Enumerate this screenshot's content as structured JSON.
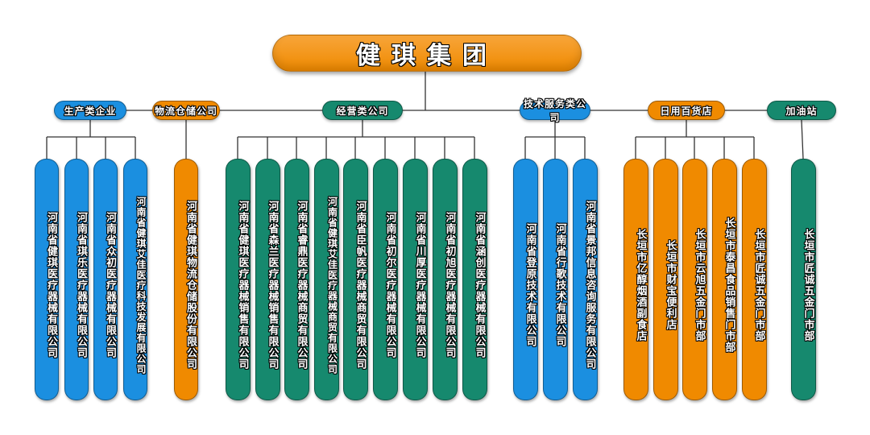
{
  "colors": {
    "orange": "#f08a00",
    "blue": "#1b8fe0",
    "green": "#16896e",
    "line": "#333333"
  },
  "root": {
    "label": "健琪集团",
    "color": "#f08a00"
  },
  "categories": [
    {
      "label": "生产类企业",
      "color": "#1b8fe0",
      "companies": [
        {
          "label": "河南省健琪医疗器械有限公司",
          "color": "#1b8fe0"
        },
        {
          "label": "河南省琪乐医疗器械有限公司",
          "color": "#1b8fe0"
        },
        {
          "label": "河南省众初医疗器械有限公司",
          "color": "#1b8fe0"
        },
        {
          "label": "河南省健琪艾佳医疗科技发展有限公司",
          "color": "#1b8fe0"
        }
      ]
    },
    {
      "label": "物流仓储公司",
      "color": "#f08a00",
      "companies": [
        {
          "label": "河南省健琪物流仓储股份有限公司",
          "color": "#f08a00"
        }
      ]
    },
    {
      "label": "经营类公司",
      "color": "#16896e",
      "companies": [
        {
          "label": "河南省健琪医疗器械销售有限公司",
          "color": "#16896e"
        },
        {
          "label": "河南省森兰医疗器械销售有限公司",
          "color": "#16896e"
        },
        {
          "label": "河南省睿鼎医疗器械商贸有限公司",
          "color": "#16896e"
        },
        {
          "label": "河南省健琪艾佳医疗器械商贸有限公司",
          "color": "#16896e"
        },
        {
          "label": "河南省臣帆医疗器械商贸有限公司",
          "color": "#16896e"
        },
        {
          "label": "河南省初尔医疗器械有限公司",
          "color": "#16896e"
        },
        {
          "label": "河南省川厚医疗器械有限公司",
          "color": "#16896e"
        },
        {
          "label": "河南省初旭医疗器械有限公司",
          "color": "#16896e"
        },
        {
          "label": "河南省涵创医疗器械有限公司",
          "color": "#16896e"
        }
      ]
    },
    {
      "label": "技术服务类公司",
      "color": "#1b8fe0",
      "companies": [
        {
          "label": "河南省登原技术有限公司",
          "color": "#1b8fe0"
        },
        {
          "label": "河南省行歌技术有限公司",
          "color": "#1b8fe0"
        },
        {
          "label": "河南省景邦信息咨询服务有限公司",
          "color": "#1b8fe0"
        }
      ]
    },
    {
      "label": "日用百货店",
      "color": "#f08a00",
      "companies": [
        {
          "label": "长垣市亿醇烟酒副食店",
          "color": "#f08a00"
        },
        {
          "label": "长垣市财宝便利店",
          "color": "#f08a00"
        },
        {
          "label": "长垣市云旭五金门市部",
          "color": "#f08a00"
        },
        {
          "label": "长垣市泰昌食品销售门市部",
          "color": "#f08a00"
        },
        {
          "label": "长垣市匠诚五金门市部",
          "color": "#f08a00"
        }
      ]
    },
    {
      "label": "加油站",
      "color": "#16896e",
      "companies": [
        {
          "label": "长垣市匠诚五金门市部",
          "color": "#16896e"
        }
      ]
    }
  ]
}
